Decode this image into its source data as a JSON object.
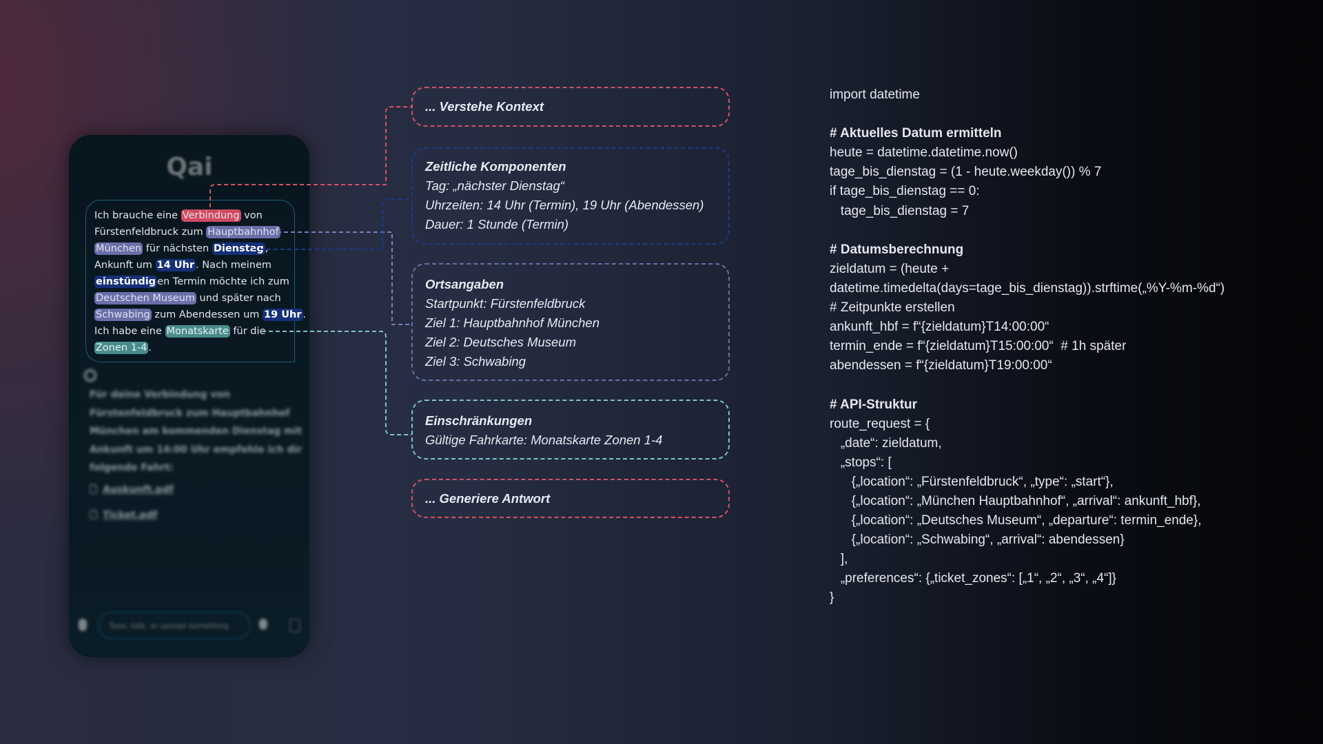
{
  "colors": {
    "red": "#d9506a",
    "purple": "#7a80b8",
    "blue": "#1c3a8a",
    "teal": "#7fc4c8",
    "bubble_border": "#1f5e7c"
  },
  "phone": {
    "logo": "Qai",
    "user_message": [
      [
        {
          "t": "Ich brauche eine "
        },
        {
          "t": "Verbindung",
          "hl": "red"
        },
        {
          "t": " von"
        }
      ],
      [
        {
          "t": "Fürstenfeldbruck zum "
        },
        {
          "t": "Hauptbahnhof",
          "hl": "purple"
        }
      ],
      [
        {
          "t": "München",
          "hl": "purple"
        },
        {
          "t": " für nächsten "
        },
        {
          "t": "Dienstag",
          "hl": "blue"
        },
        {
          "t": ","
        }
      ],
      [
        {
          "t": "Ankunft um "
        },
        {
          "t": "14 Uhr",
          "hl": "blue"
        },
        {
          "t": ". Nach meinem"
        }
      ],
      [
        {
          "t": "einstündig",
          "hl": "blue"
        },
        {
          "t": "en Termin möchte ich zum"
        }
      ],
      [
        {
          "t": "Deutschen Museum",
          "hl": "purple"
        },
        {
          "t": " und später nach"
        }
      ],
      [
        {
          "t": "Schwabing",
          "hl": "purple"
        },
        {
          "t": " zum Abendessen um "
        },
        {
          "t": "19 Uhr",
          "hl": "blue"
        },
        {
          "t": "."
        }
      ],
      [
        {
          "t": "Ich habe eine "
        },
        {
          "t": "Monatskarte",
          "hl": "teal"
        },
        {
          "t": " für die"
        }
      ],
      [
        {
          "t": "Zonen 1-4",
          "hl": "teal"
        },
        {
          "t": "."
        }
      ]
    ],
    "reply_lines": [
      "Für deine Verbindung von",
      "Fürstenfeldbruck zum Hauptbahnhof",
      "München am kommenden Dienstag mit",
      "Ankunft um 14:00 Uhr empfehle ich dir",
      "folgende Fahrt:"
    ],
    "attachments": [
      "Auskunft.pdf",
      "Ticket.pdf"
    ],
    "input_placeholder": "Type, talk, or upload something"
  },
  "boxes": {
    "context": {
      "title": "... Verstehe Kontext"
    },
    "time": {
      "title": "Zeitliche Komponenten",
      "lines": [
        "Tag: „nächster Dienstag“",
        "Uhrzeiten: 14 Uhr (Termin), 19 Uhr (Abendessen)",
        "Dauer: 1 Stunde (Termin)"
      ]
    },
    "places": {
      "title": "Ortsangaben",
      "lines": [
        "Startpunkt: Fürstenfeldbruck",
        "Ziel 1: Hauptbahnhof München",
        "Ziel 2: Deutsches Museum",
        "Ziel 3: Schwabing"
      ]
    },
    "limits": {
      "title": "Einschränkungen",
      "lines": [
        "Gültige Fahrkarte: Monatskarte Zonen 1-4"
      ]
    },
    "generate": {
      "title": "... Generiere Antwort"
    }
  },
  "code": [
    {
      "t": "import datetime"
    },
    {
      "t": ""
    },
    {
      "t": "# Aktuelles Datum ermitteln",
      "b": true
    },
    {
      "t": "heute = datetime.datetime.now()"
    },
    {
      "t": "tage_bis_dienstag = (1 - heute.weekday()) % 7"
    },
    {
      "t": "if tage_bis_dienstag == 0:"
    },
    {
      "t": "   tage_bis_dienstag = 7"
    },
    {
      "t": ""
    },
    {
      "t": "# Datumsberechnung",
      "b": true
    },
    {
      "t": "zieldatum = (heute +"
    },
    {
      "t": "datetime.timedelta(days=tage_bis_dienstag)).strftime(„%Y-%m-%d“)"
    },
    {
      "t": "# Zeitpunkte erstellen"
    },
    {
      "t": "ankunft_hbf = f“{zieldatum}T14:00:00“"
    },
    {
      "t": "termin_ende = f“{zieldatum}T15:00:00“  # 1h später"
    },
    {
      "t": "abendessen = f“{zieldatum}T19:00:00“"
    },
    {
      "t": ""
    },
    {
      "t": "# API-Struktur",
      "b": true
    },
    {
      "t": "route_request = {"
    },
    {
      "t": "   „date“: zieldatum,"
    },
    {
      "t": "   „stops“: ["
    },
    {
      "t": "      {„location“: „Fürstenfeldbruck“, „type“: „start“},"
    },
    {
      "t": "      {„location“: „München Hauptbahnhof“, „arrival“: ankunft_hbf},"
    },
    {
      "t": "      {„location“: „Deutsches Museum“, „departure“: termin_ende},"
    },
    {
      "t": "      {„location“: „Schwabing“, „arrival“: abendessen}"
    },
    {
      "t": "   ],"
    },
    {
      "t": "   „preferences“: {„ticket_zones“: [„1“, „2“, „3“, „4“]}"
    },
    {
      "t": "}"
    }
  ]
}
